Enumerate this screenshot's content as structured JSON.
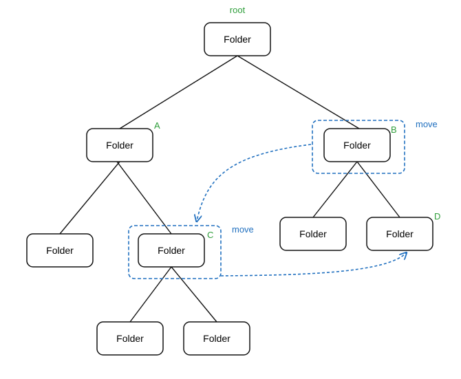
{
  "colors": {
    "label": "#2e9e3a",
    "move": "#1f6fbf",
    "node_border": "#111111",
    "edge": "#111111"
  },
  "nodes": [
    {
      "id": "root",
      "text": "Folder",
      "tag": "root"
    },
    {
      "id": "a",
      "text": "Folder",
      "tag": "A"
    },
    {
      "id": "b",
      "text": "Folder",
      "tag": "B"
    },
    {
      "id": "a1",
      "text": "Folder",
      "tag": ""
    },
    {
      "id": "c",
      "text": "Folder",
      "tag": "C"
    },
    {
      "id": "b1",
      "text": "Folder",
      "tag": ""
    },
    {
      "id": "d",
      "text": "Folder",
      "tag": "D"
    },
    {
      "id": "c1",
      "text": "Folder",
      "tag": ""
    },
    {
      "id": "c2",
      "text": "Folder",
      "tag": ""
    }
  ],
  "edges": [
    [
      "root",
      "a"
    ],
    [
      "root",
      "b"
    ],
    [
      "a",
      "a1"
    ],
    [
      "a",
      "c"
    ],
    [
      "b",
      "b1"
    ],
    [
      "b",
      "d"
    ],
    [
      "c",
      "c1"
    ],
    [
      "c",
      "c2"
    ]
  ],
  "moves": [
    {
      "from": "b",
      "to": "c",
      "label": "move"
    },
    {
      "from": "c",
      "to": "d",
      "label": "move"
    }
  ]
}
